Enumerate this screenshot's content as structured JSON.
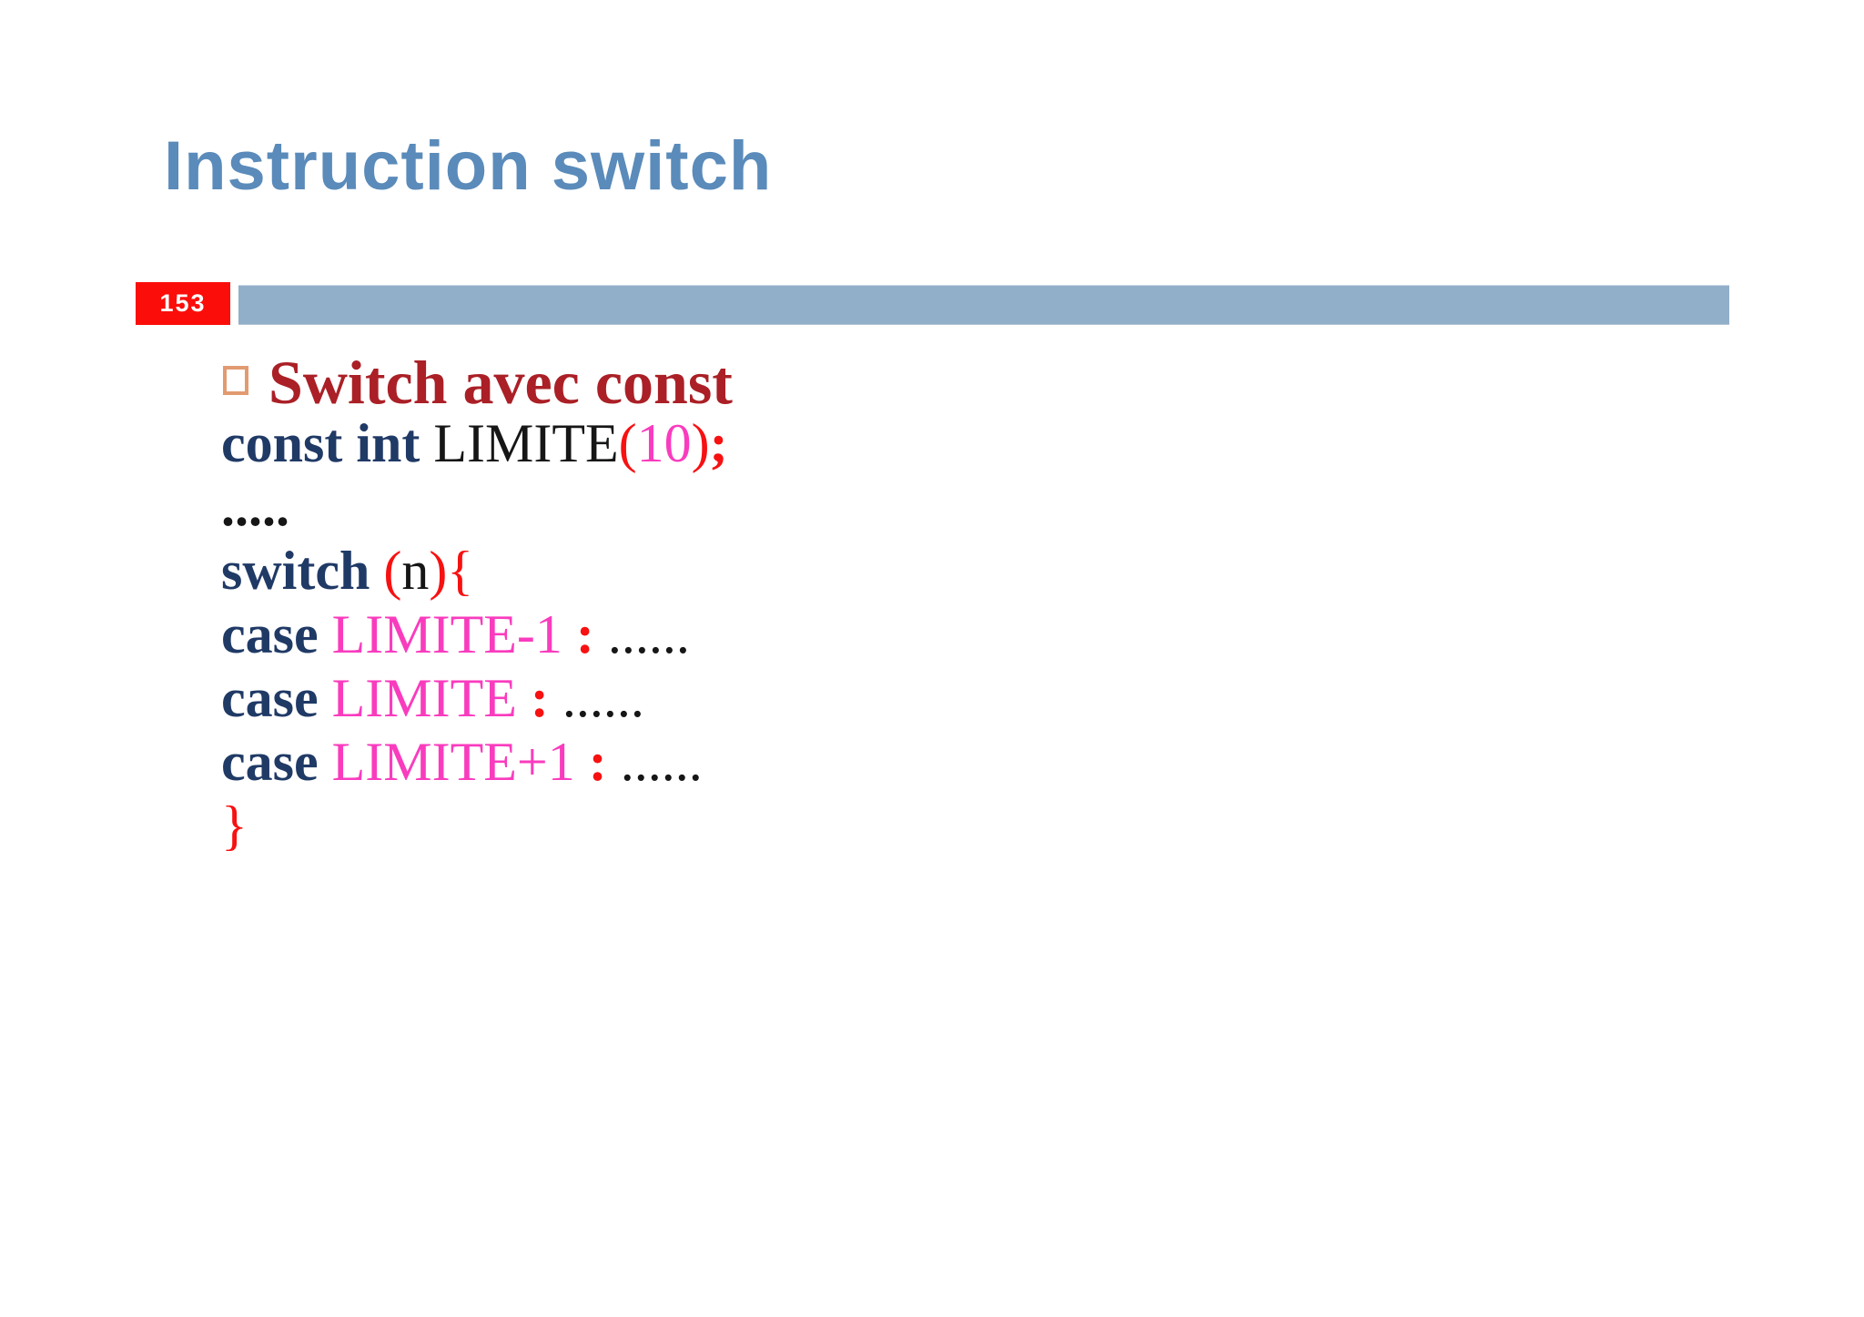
{
  "slide": {
    "title": "Instruction switch",
    "page_number": "153",
    "heading": "Switch avec const"
  },
  "colors": {
    "title_blue": "#5a8bba",
    "bar_blue": "#92afc9",
    "page_red": "#fb0d0a",
    "heading_red": "#aa2026",
    "bullet_border": "#e29b70",
    "navy": "#203a66",
    "black": "#161616",
    "red": "#f71111",
    "magenta": "#f93cbe"
  },
  "code": {
    "lines": [
      [
        {
          "t": "const int ",
          "c": "navy",
          "b": true
        },
        {
          "t": "LIMITE",
          "c": "black"
        },
        {
          "t": "(",
          "c": "red"
        },
        {
          "t": "10",
          "c": "magenta"
        },
        {
          "t": ")",
          "c": "red"
        },
        {
          "t": ";",
          "c": "red",
          "b": true
        }
      ],
      [
        {
          "t": ".....",
          "c": "black",
          "b": true
        }
      ],
      [
        {
          "t": "switch ",
          "c": "navy",
          "b": true
        },
        {
          "t": "(",
          "c": "red"
        },
        {
          "t": "n",
          "c": "black"
        },
        {
          "t": "){",
          "c": "red"
        }
      ],
      [
        {
          "t": "case ",
          "c": "navy",
          "b": true
        },
        {
          "t": "LIMITE-1 ",
          "c": "magenta"
        },
        {
          "t": ": ",
          "c": "red",
          "b": true
        },
        {
          "t": "......",
          "c": "black"
        }
      ],
      [
        {
          "t": "case ",
          "c": "navy",
          "b": true
        },
        {
          "t": "LIMITE ",
          "c": "magenta"
        },
        {
          "t": ": ",
          "c": "red",
          "b": true
        },
        {
          "t": "......",
          "c": "black"
        }
      ],
      [
        {
          "t": "case ",
          "c": "navy",
          "b": true
        },
        {
          "t": "LIMITE+1 ",
          "c": "magenta"
        },
        {
          "t": ": ",
          "c": "red",
          "b": true
        },
        {
          "t": "......",
          "c": "black"
        }
      ],
      [
        {
          "t": "}",
          "c": "red"
        }
      ]
    ]
  }
}
